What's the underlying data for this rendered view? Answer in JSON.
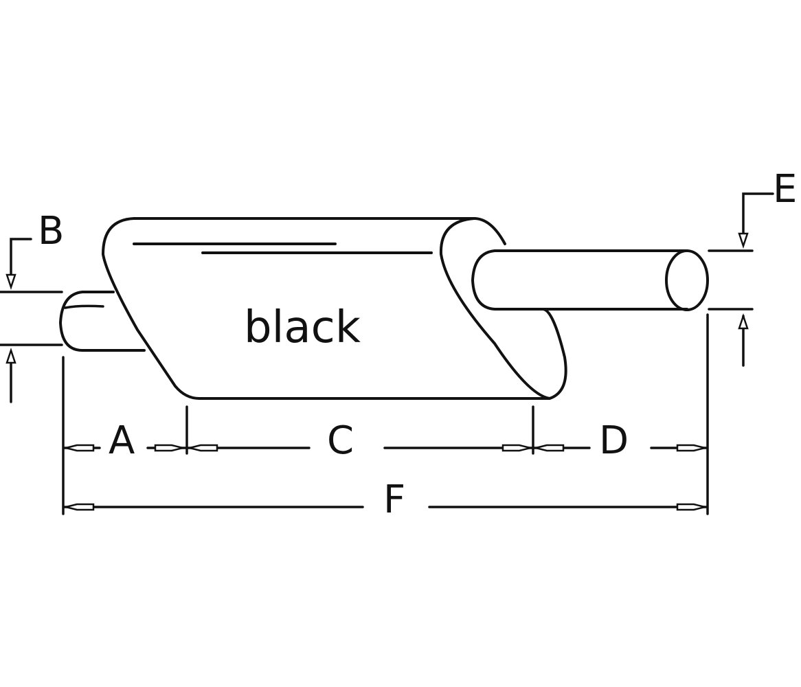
{
  "diagram": {
    "body_label": "black",
    "dimensions": {
      "a": "A",
      "b": "B",
      "c": "C",
      "d": "D",
      "e": "E",
      "f": "F"
    }
  },
  "colors": {
    "line": "#111111",
    "background": "#ffffff"
  }
}
